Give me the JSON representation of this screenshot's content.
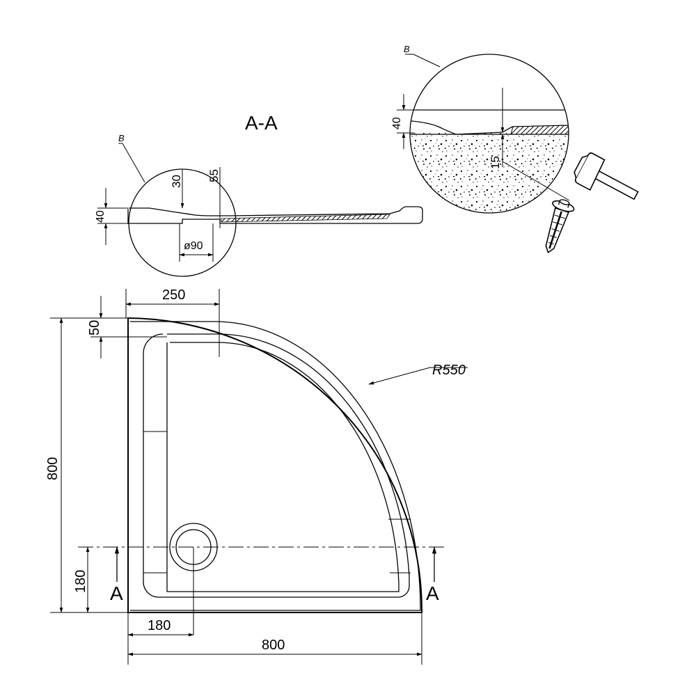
{
  "section_label": "A-A",
  "detail_label": "B",
  "section_marker": "A",
  "dimensions": {
    "depth_50": "50",
    "width_250": "250",
    "height_800": "800",
    "drain_offset_y": "180",
    "drain_offset_x": "180",
    "width_800": "800",
    "radius": "R550",
    "section_height": "40",
    "drain_depth_30": "30",
    "drain_depth_55": "55",
    "drain_diameter": "ø90",
    "detail_height": "40",
    "detail_depth": "15"
  },
  "tools": [
    "hammer-icon",
    "wall-plug-icon"
  ],
  "colors": {
    "line": "#000000",
    "background": "#ffffff"
  }
}
